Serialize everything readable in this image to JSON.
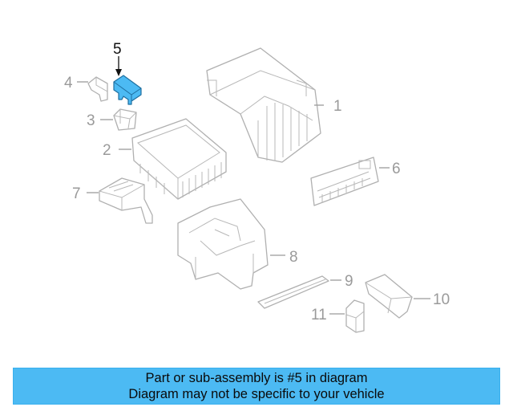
{
  "diagram": {
    "callouts": [
      "1",
      "2",
      "3",
      "4",
      "5",
      "6",
      "7",
      "8",
      "9",
      "10",
      "11"
    ],
    "highlight_color": "#4cbaf3",
    "active_callout": "5"
  },
  "banner": {
    "line1": "Part or sub-assembly is #5 in diagram",
    "line2": "Diagram may not be specific to your vehicle",
    "background": "#4cbaf3"
  }
}
